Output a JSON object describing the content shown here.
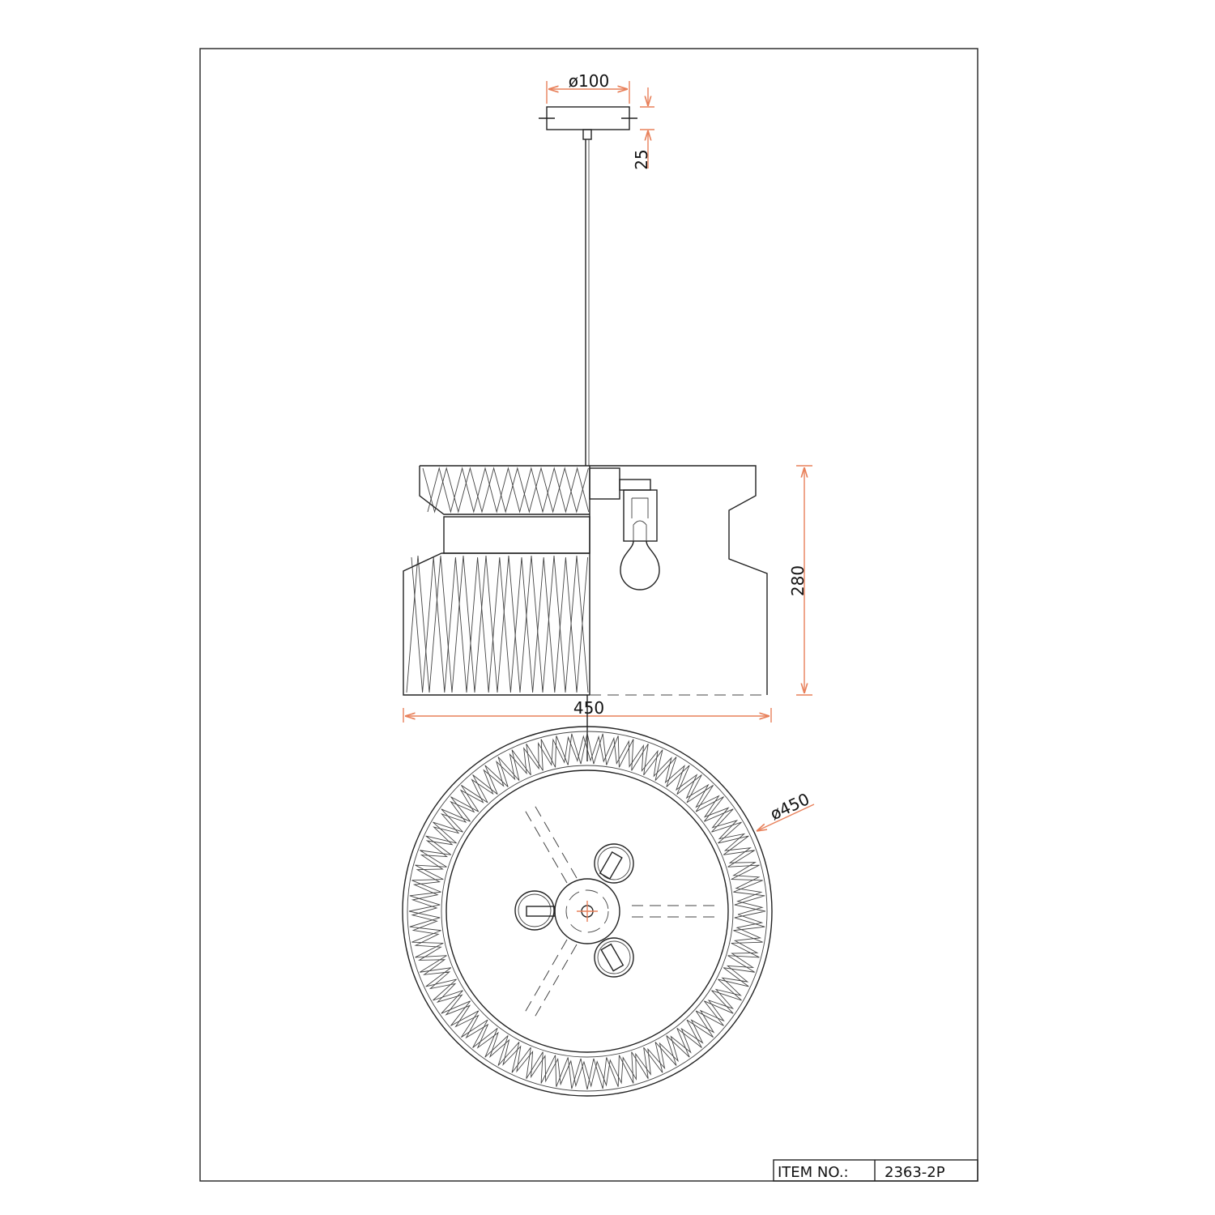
{
  "dimensions": {
    "canopy_diameter": "ø100",
    "canopy_height": "25",
    "shade_height": "280",
    "shade_width": "450",
    "shade_diameter": "ø450"
  },
  "title_block": {
    "item_label": "ITEM NO.:",
    "item_number": "2363-2P"
  },
  "colors": {
    "dimension": "#e8805a",
    "line": "#222222"
  }
}
